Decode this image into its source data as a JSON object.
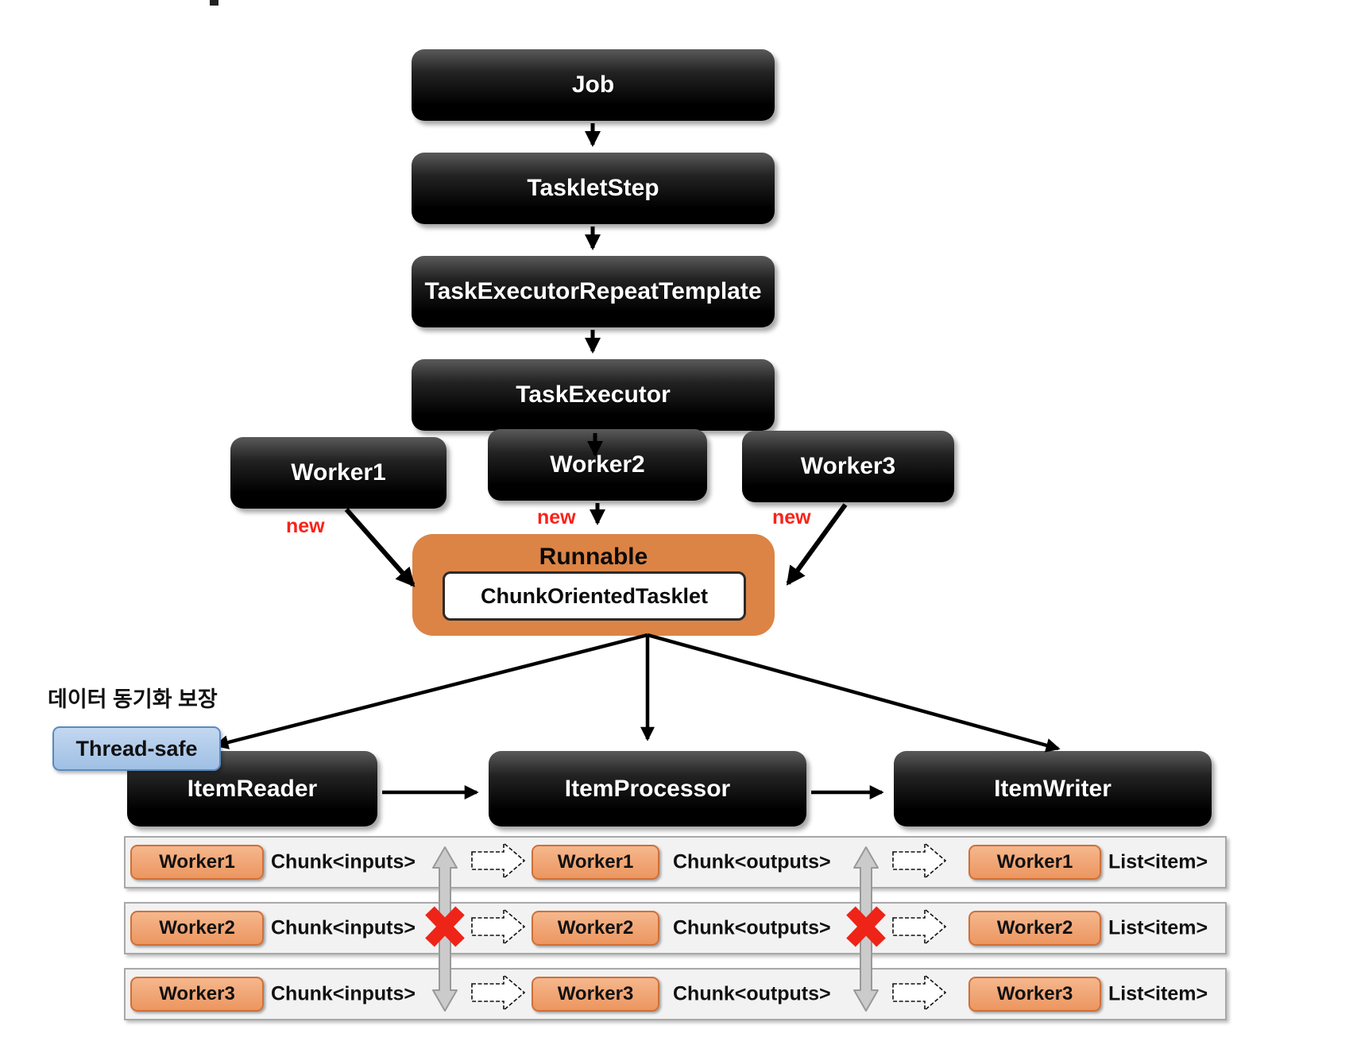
{
  "colors": {
    "node_black": "#000000",
    "runnable_orange": "#dc8445",
    "worker_chip_fill": "#f0a678",
    "worker_chip_border": "#cf7038",
    "thread_safe_fill": "#a9c7ea",
    "thread_safe_border": "#5b8ac0",
    "new_red": "#f8231a",
    "cross_red": "#ee2418",
    "lane_bg": "#f2f2f2",
    "gray_arrow": "#cbcbcb"
  },
  "flow": {
    "job": "Job",
    "tasklet_step": "TaskletStep",
    "repeat_template": "TaskExecutorRepeatTemplate",
    "task_executor": "TaskExecutor",
    "workers": [
      "Worker1",
      "Worker2",
      "Worker3"
    ],
    "new_label": "new",
    "runnable": "Runnable",
    "chunk_tasklet": "ChunkOrientedTasklet",
    "sync_note_korean": "데이터 동기화 보장",
    "thread_safe": "Thread-safe",
    "item_reader": "ItemReader",
    "item_processor": "ItemProcessor",
    "item_writer": "ItemWriter"
  },
  "worker_rows": [
    {
      "worker": "Worker1",
      "chunk_inputs": "Chunk<inputs>",
      "chunk_outputs": "Chunk<outputs>",
      "list_item": "List<item>"
    },
    {
      "worker": "Worker2",
      "chunk_inputs": "Chunk<inputs>",
      "chunk_outputs": "Chunk<outputs>",
      "list_item": "List<item>"
    },
    {
      "worker": "Worker3",
      "chunk_inputs": "Chunk<inputs>",
      "chunk_outputs": "Chunk<outputs>",
      "list_item": "List<item>"
    }
  ]
}
